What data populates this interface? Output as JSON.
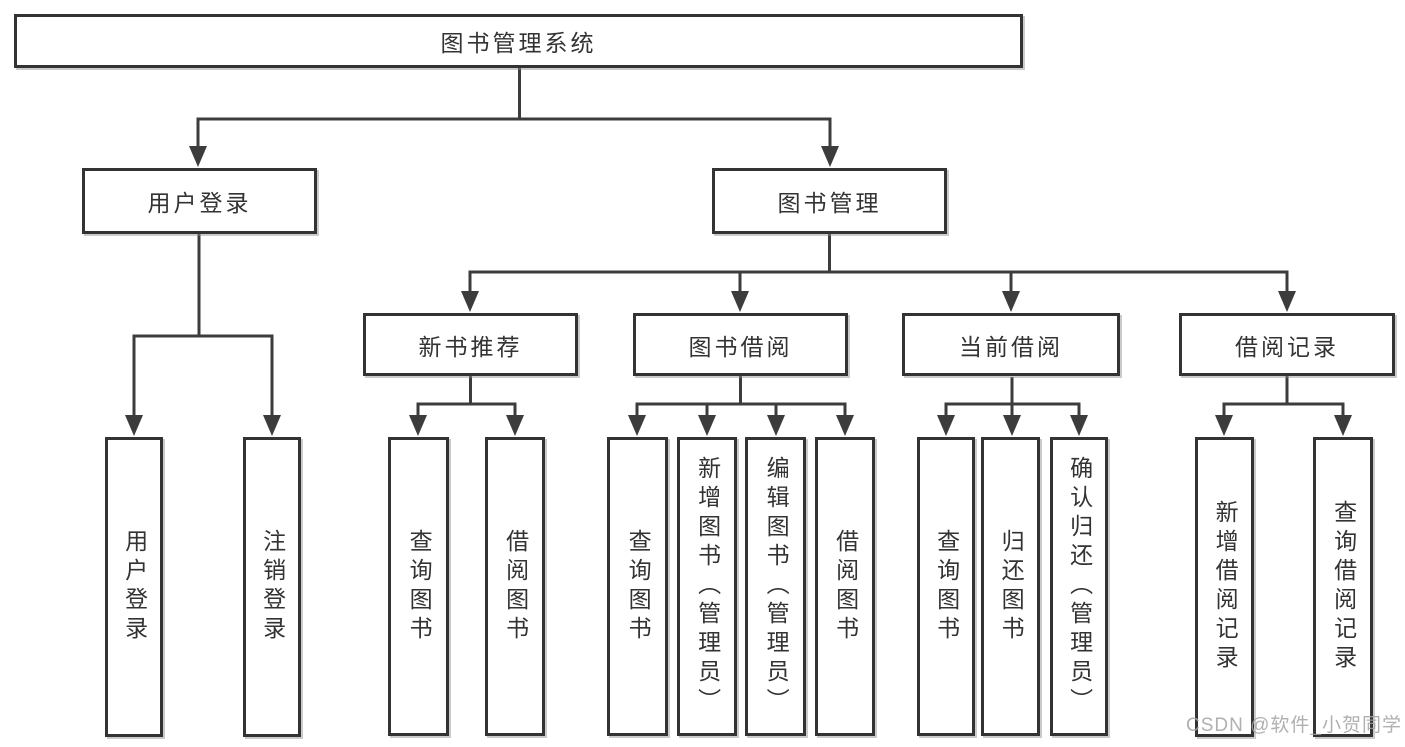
{
  "tree": {
    "root": "图书管理系统",
    "children": [
      {
        "label": "用户登录",
        "children": [
          "用户登录",
          "注销登录"
        ]
      },
      {
        "label": "图书管理",
        "children": [
          {
            "label": "新书推荐",
            "children": [
              "查询图书",
              "借阅图书"
            ]
          },
          {
            "label": "图书借阅",
            "children": [
              "查询图书",
              "新增图书（管理员）",
              "编辑图书（管理员）",
              "借阅图书"
            ]
          },
          {
            "label": "当前借阅",
            "children": [
              "查询图书",
              "归还图书",
              "确认归还（管理员）"
            ]
          },
          {
            "label": "借阅记录",
            "children": [
              "新增借阅记录",
              "查询借阅记录"
            ]
          }
        ]
      }
    ]
  },
  "watermark": {
    "text": "CSDN @软件_小贺同学"
  },
  "colors": {
    "line": "#3c3c3c",
    "box_border": "#333333",
    "box_fill": "#ffffff",
    "text": "#333333",
    "watermark": "#a3a3a3"
  }
}
